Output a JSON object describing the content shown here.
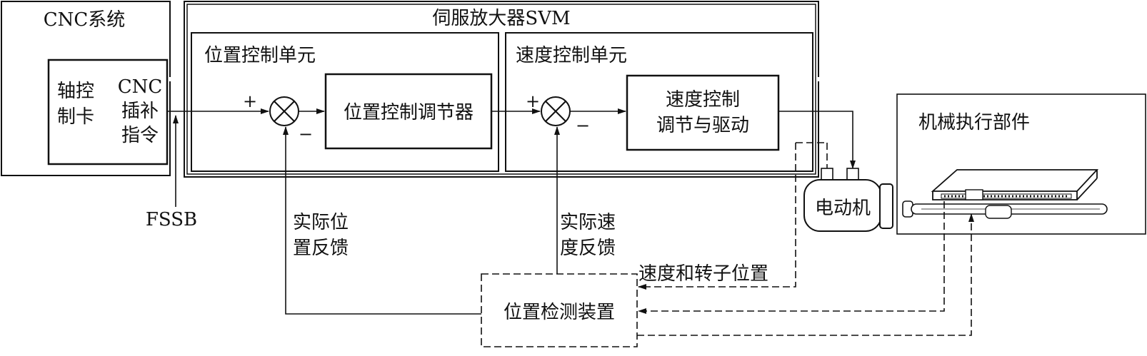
{
  "cnc": {
    "title": "CNC系统",
    "axis_card_line1": "轴控",
    "axis_card_line2": "制卡",
    "cmd_line1": "CNC",
    "cmd_line2": "插补",
    "cmd_line3": "指令",
    "bus_label": "FSSB"
  },
  "servo": {
    "title": "伺服放大器SVM",
    "position_unit": "位置控制单元",
    "position_regulator": "位置控制调节器",
    "speed_unit": "速度控制单元",
    "speed_driver_line1": "速度控制",
    "speed_driver_line2": "调节与驱动"
  },
  "signs": {
    "plus": "+",
    "minus": "−"
  },
  "feedback": {
    "position_line1": "实际位",
    "position_line2": "置反馈",
    "speed_line1": "实际速",
    "speed_line2": "度反馈",
    "rotor": "速度和转子位置"
  },
  "motor": {
    "label": "电动机"
  },
  "mechanism": {
    "label": "机械执行部件"
  },
  "detector": {
    "label": "位置检测装置"
  }
}
